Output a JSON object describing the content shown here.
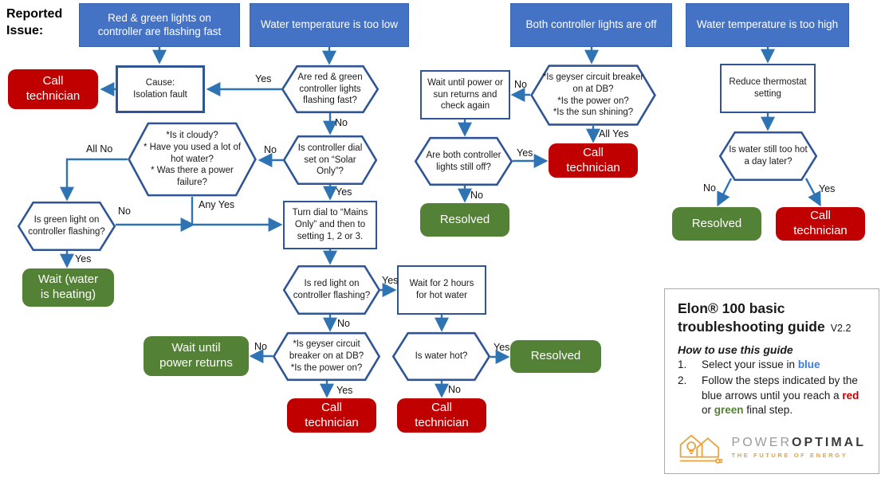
{
  "header": {
    "reported_issue": "Reported Issue:"
  },
  "colors": {
    "issue_blue": "#4472C4",
    "outline_blue": "#2F5597",
    "arrow_blue": "#2E74B5",
    "action_red": "#C00000",
    "final_green": "#538135",
    "logo_orange": "#E9A23C"
  },
  "issues": [
    {
      "label": "Red & green lights on controller are flashing fast"
    },
    {
      "label": "Water temperature is too low"
    },
    {
      "label": "Both controller lights are off"
    },
    {
      "label": "Water temperature is too high"
    }
  ],
  "nodes": {
    "call_technician": "Call\ntechnician",
    "resolved": "Resolved",
    "cause_isolation": "Cause:\nIsolation fault",
    "hex_rg_flashing": "Are red & green controller lights flashing fast?",
    "hex_dial_solar": "Is controller dial set on “Solar Only”?",
    "hex_cloudy": "*Is it cloudy?\n* Have you used a lot of hot water?\n* Was there a power failure?",
    "hex_green_light": "Is green light on controller flashing?",
    "wait_water_heating": "Wait (water\nis heating)",
    "turn_dial": "Turn dial to “Mains Only” and then to setting 1, 2 or 3.",
    "hex_red_light": "Is red light on controller flashing?",
    "wait_2hrs": "Wait for 2 hours for hot water",
    "hex_geyser_power": "*Is geyser circuit breaker on at DB?\n*Is the power on?",
    "wait_power_returns": "Wait until\npower returns",
    "hex_water_hot": "Is water hot?",
    "hex_geyser_power_sun": "*Is geyser circuit breaker on at DB?\n*Is the power on?\n*Is the sun shining?",
    "wait_power_sun": "Wait until power or sun returns and check again",
    "hex_still_off": "Are both controller lights still off?",
    "reduce_thermostat": "Reduce thermostat setting",
    "hex_too_hot_later": "Is water still too hot a day later?"
  },
  "edge_labels": {
    "yes": "Yes",
    "no": "No",
    "all_no": "All No",
    "any_yes": "Any Yes",
    "all_yes": "All Yes"
  },
  "guide": {
    "title": "Elon® 100 basic troubleshooting guide",
    "version": "V2.2",
    "howto": "How to use this guide",
    "step1_num": "1.",
    "step1_prefix": "Select your issue in ",
    "step1_blue": "blue",
    "step2_num": "2.",
    "step2_part1": "Follow the steps indicated by the blue arrows until you reach a ",
    "step2_red": "red",
    "step2_or": " or ",
    "step2_green": "green",
    "step2_suffix": " final step.",
    "logo_power": "POWER",
    "logo_optimal": "OPTIMAL",
    "logo_tagline": "THE FUTURE OF ENERGY"
  }
}
